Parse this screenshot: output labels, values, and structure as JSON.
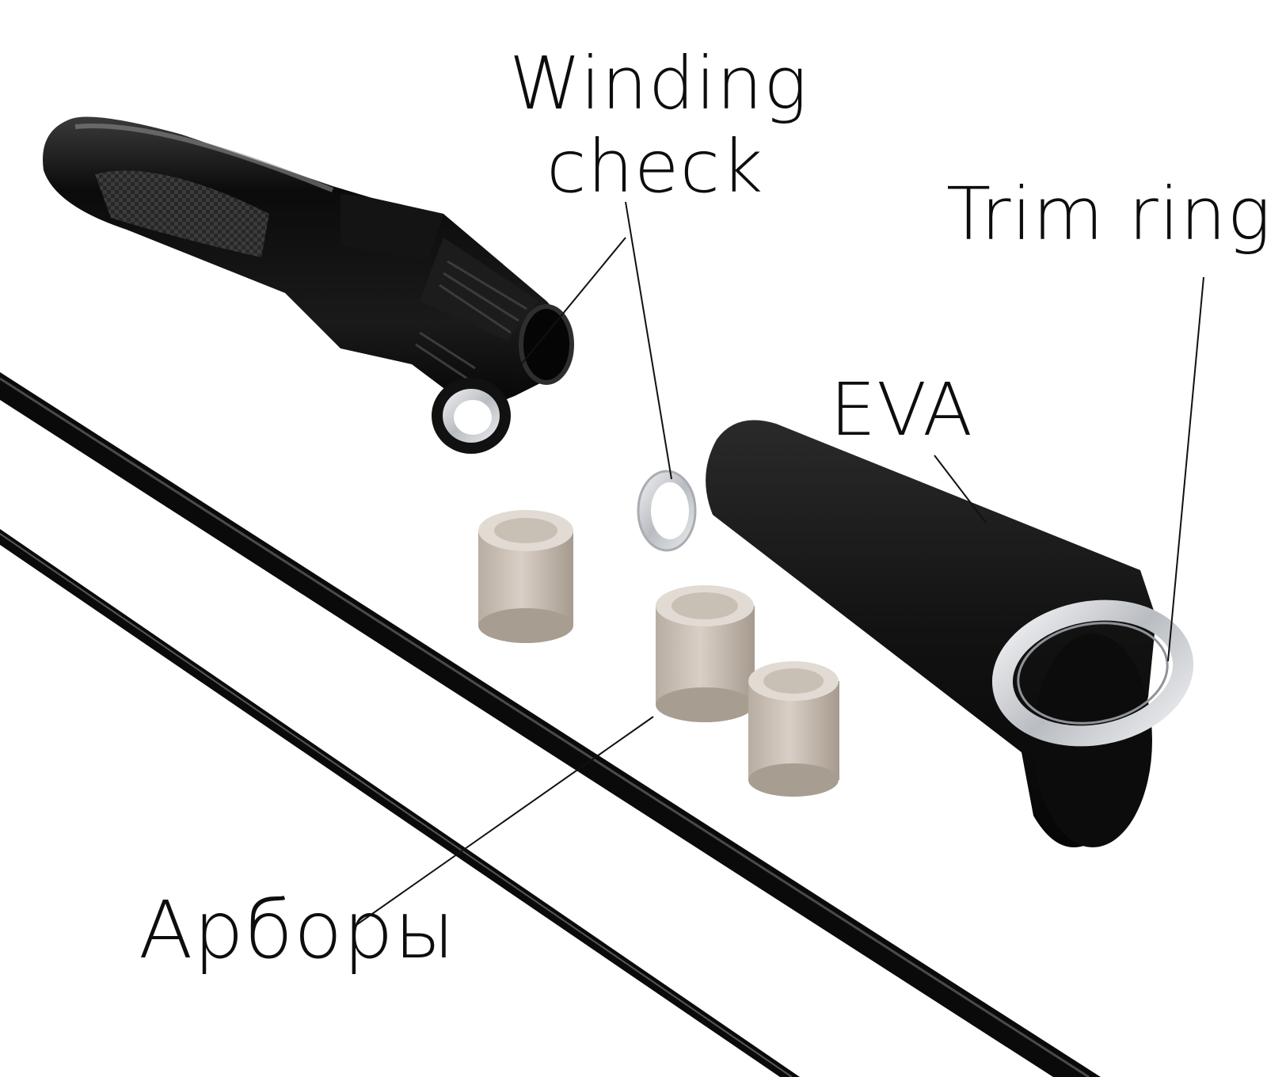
{
  "labels": {
    "winding_check_line1": "Winding",
    "winding_check_line2": "check",
    "trim_ring": "Trim ring",
    "eva": "EVA",
    "arbors": "Арборы"
  },
  "colors": {
    "background": "#ffffff",
    "reel_seat": "#0b0b0b",
    "rod_blank": "#0a0a0a",
    "eva_foam": "#111111",
    "arbor": "#c9bfb5",
    "metal_ring": "#d9dadc",
    "leader_line": "#111111"
  }
}
